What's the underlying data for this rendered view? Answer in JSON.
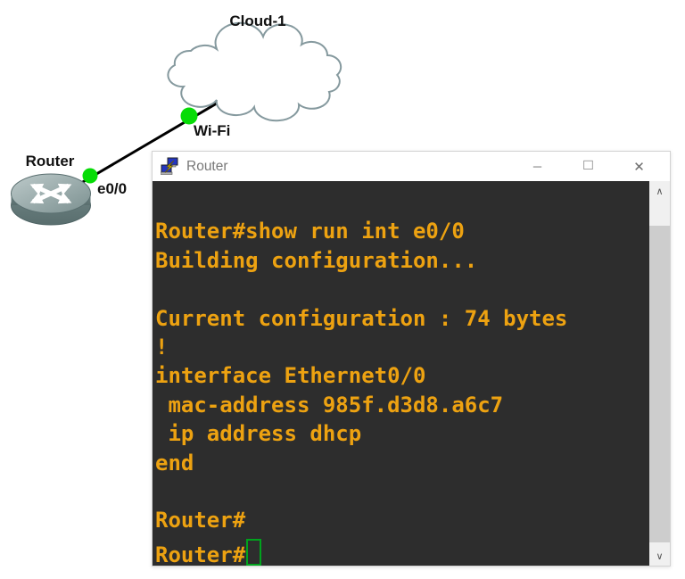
{
  "topology": {
    "cloud": {
      "label": "Cloud-1"
    },
    "router": {
      "label": "Router",
      "interface_label": "e0/0"
    },
    "link": {
      "remote_port_label": "Wi-Fi"
    },
    "icons": {
      "cloud_node": "cloud-icon",
      "router_node": "cisco-router-icon",
      "port_status": "green-port-status-dot"
    }
  },
  "window": {
    "title": "Router",
    "icon": "putty-linked-terminals-icon",
    "controls": {
      "minimize_glyph": "─",
      "maximize_glyph": "□",
      "close_glyph": "✕"
    }
  },
  "terminal": {
    "lines": [
      "",
      "Router#show run int e0/0",
      "Building configuration...",
      "",
      "Current configuration : 74 bytes",
      "!",
      "interface Ethernet0/0",
      " mac-address 985f.d3d8.a6c7",
      " ip address dhcp",
      "end",
      "",
      "Router#",
      "Router#"
    ],
    "cursor": "block-outline"
  },
  "scrollbar": {
    "up_glyph": "∧",
    "down_glyph": "∨"
  },
  "colors": {
    "terminal_bg": "#2d2d2d",
    "terminal_text": "#eda211",
    "cursor_green": "#00a31d",
    "port_status_green": "#06dc06",
    "cloud_stroke": "#85999e",
    "router_body": "#6d8282",
    "link_line": "#000000",
    "titlebar_bg": "#ffffff",
    "title_text": "#787878",
    "scrollbar_track": "#f0f0f0",
    "scrollbar_thumb": "#cdcdcd"
  }
}
